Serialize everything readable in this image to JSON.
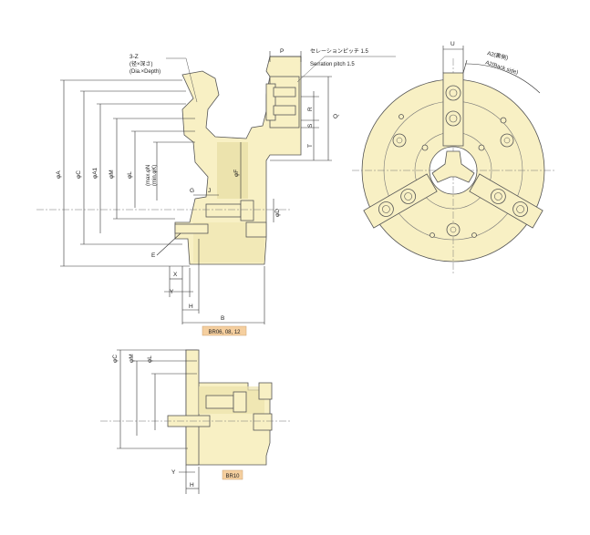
{
  "colors": {
    "body": "#f8f0c4",
    "shade": "#ece3ad",
    "badge": "#f5cf9f",
    "line": "#555555"
  },
  "labels": {
    "z_note_title": "3-Z",
    "z_note_jp": "(径×深さ)",
    "z_note_en": "(Dia.×Depth)",
    "serration_jp": "セレーションピッチ 1.5",
    "serration_en": "Serration pitch 1.5",
    "P": "P",
    "R": "R",
    "S": "S",
    "Q": "Q",
    "T": "T",
    "dia_A": "φA",
    "dia_C": "φC",
    "dia_A1": "φA1",
    "dia_M": "φM",
    "dia_L": "φL",
    "max_min": "(max.φN",
    "min_K": "(min.φK)",
    "dia_F": "φF",
    "G": "G",
    "J": "J",
    "dia_D": "φD",
    "E": "E",
    "X": "X",
    "Y": "Y",
    "H": "H",
    "B": "B",
    "U": "U",
    "A2_jp": "A2(裏側)",
    "A2_en": "A2(Back side)",
    "bottom_dia_C": "φC",
    "bottom_dia_M": "φM",
    "bottom_dia_L": "φL",
    "bottom_Y": "Y",
    "bottom_H": "H"
  },
  "badges": {
    "top": "BR06, 08, 12",
    "bottom": "BR10"
  }
}
